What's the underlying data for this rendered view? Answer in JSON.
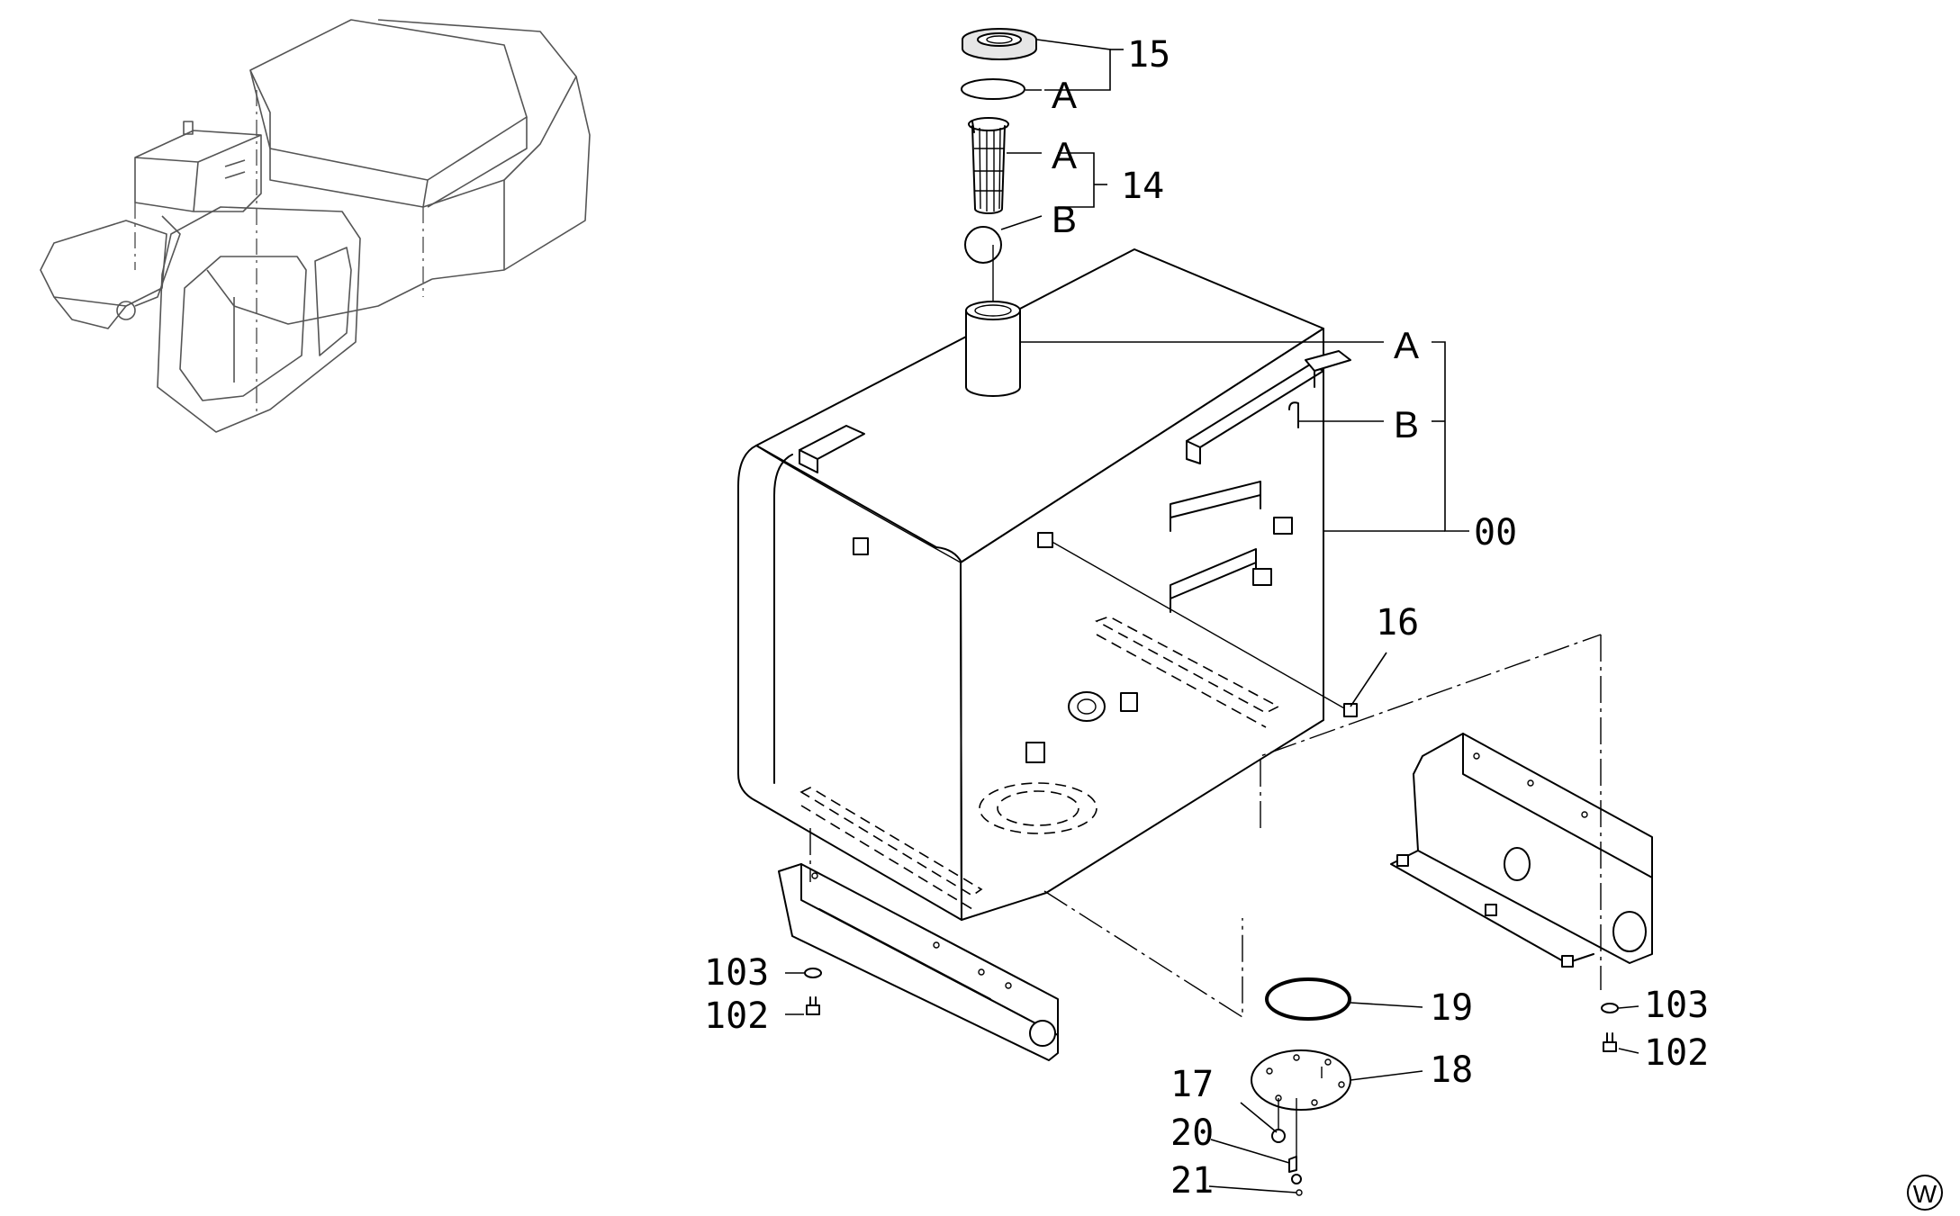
{
  "callouts": {
    "c15": "15",
    "c14": "14",
    "a1": "A",
    "a2": "A",
    "b1": "B",
    "a3": "A",
    "b2": "B",
    "c00": "00",
    "c16": "16",
    "c103l": "103",
    "c102l": "102",
    "c19": "19",
    "c18": "18",
    "c17": "17",
    "c20": "20",
    "c21": "21",
    "c103r": "103",
    "c102r": "102"
  },
  "mark": "W"
}
